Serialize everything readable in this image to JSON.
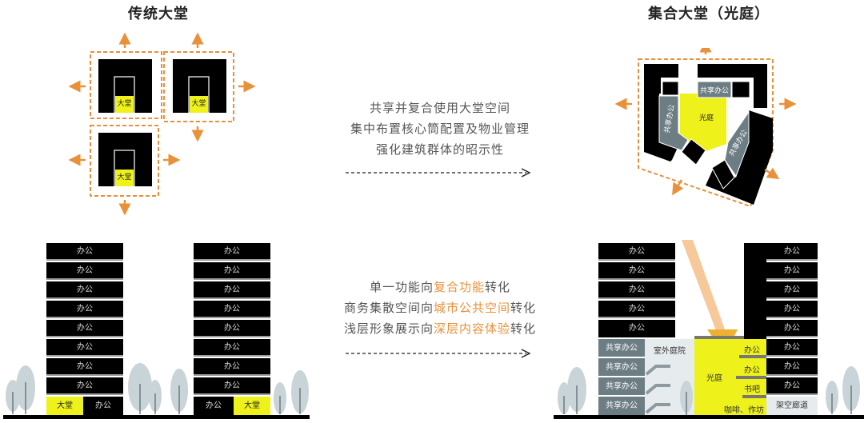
{
  "titles": {
    "left": "传统大堂",
    "right": "集合大堂（光庭）"
  },
  "colors": {
    "orange": "#e8913a",
    "yellow": "#eef21a",
    "black": "#000000",
    "gray_office": "#6d7d84",
    "light_court": "#e6ecee",
    "tree": "#c9d4d8"
  },
  "top_caption": {
    "lines": [
      "共享并复合使用大堂空间",
      "集中布置核心筒配置及物业管理",
      "强化建筑群体的昭示性"
    ]
  },
  "bottom_caption": {
    "line1": {
      "a": "单一功能向",
      "hl": "复合功能",
      "b": "转化"
    },
    "line2": {
      "a": "商务集散空间向",
      "hl": "城市公共空间",
      "b": "转化"
    },
    "line3": {
      "a": "浅层形象展示向",
      "hl": "深层内容体验",
      "b": "转化"
    }
  },
  "left_plan": {
    "lobby_label": "大堂"
  },
  "right_plan": {
    "shared_office": "共享办公",
    "light_court": "光庭"
  },
  "left_section": {
    "office": "办公",
    "lobby": "大堂",
    "floors": [
      "办公",
      "办公",
      "办公",
      "办公",
      "办公",
      "办公",
      "办公",
      "办公"
    ]
  },
  "right_section": {
    "office": "办公",
    "left_tower_floors": [
      "办公",
      "办公",
      "办公",
      "办公",
      "办公"
    ],
    "shared_floors": [
      "共享办公",
      "共享办公",
      "共享办公",
      "共享办公"
    ],
    "outdoor_court": "室外庭院",
    "light_court": "光庭",
    "mezz_office_1": "办公",
    "mezz_office_2": "办公",
    "book_bar": "书吧",
    "cafe": "咖啡、作坊",
    "right_tower_floors": [
      "办公",
      "办公",
      "办公",
      "办公",
      "办公",
      "办公",
      "办公",
      "办公"
    ],
    "corridor": "架空廊道"
  }
}
